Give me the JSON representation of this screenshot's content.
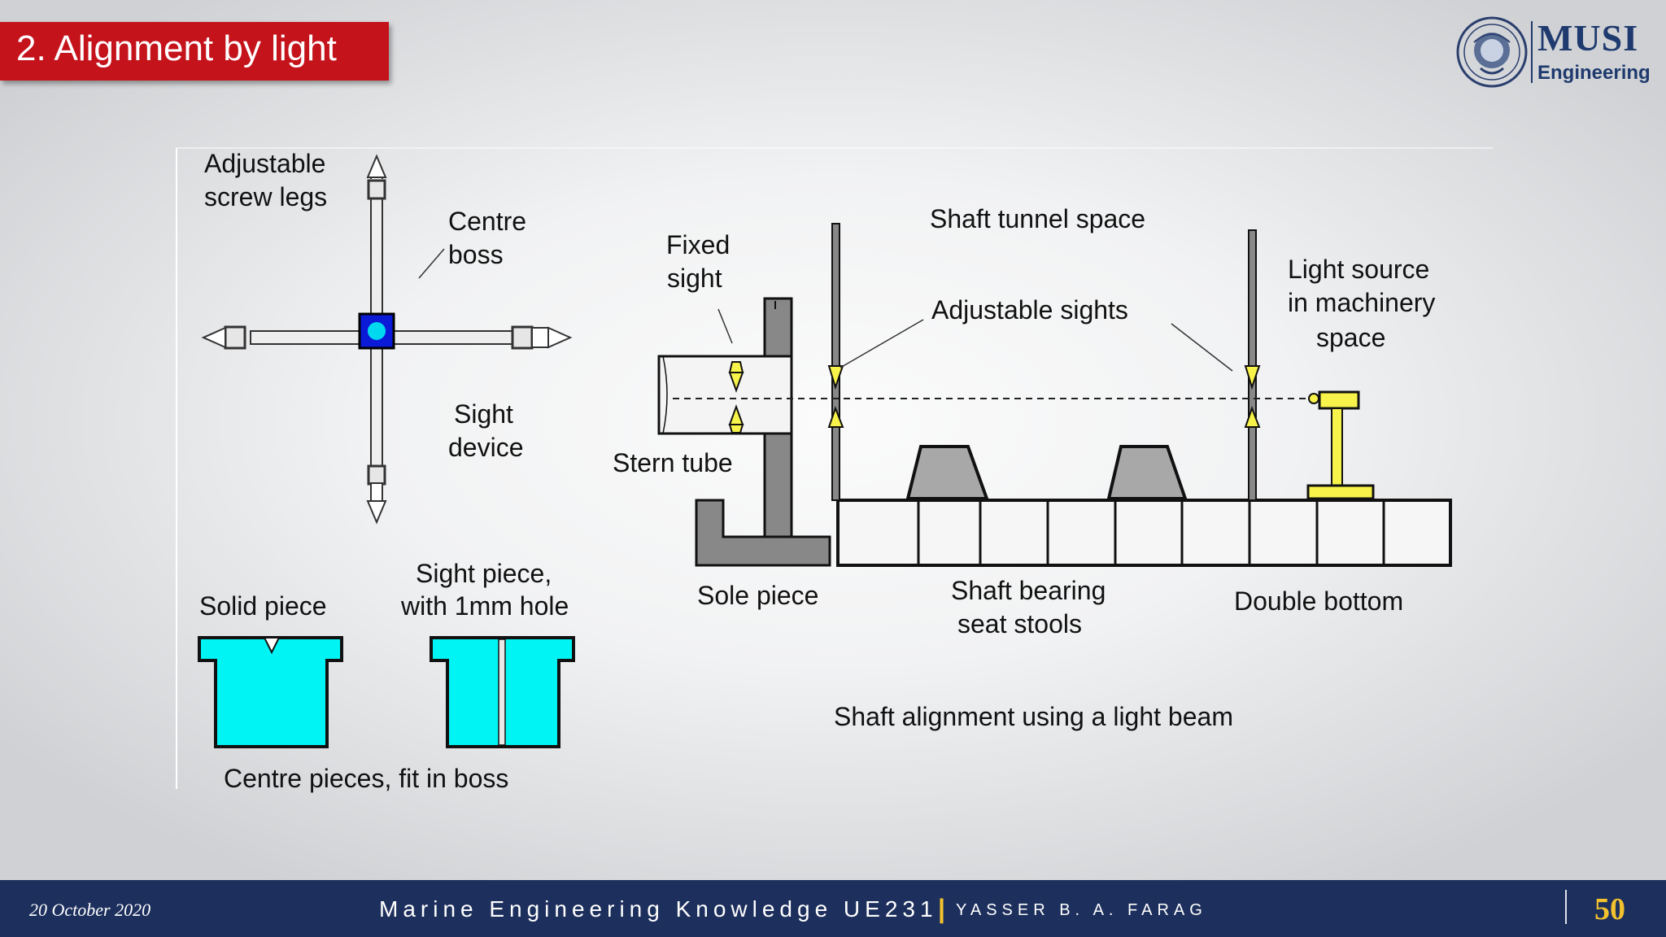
{
  "slide": {
    "title": "2. Alignment by light"
  },
  "logo": {
    "title": "MUSI",
    "subtitle": "Engineering",
    "icon": "emblem-seal-icon"
  },
  "diagram": {
    "labels": {
      "adjustable_screw_legs_1": "Adjustable",
      "adjustable_screw_legs_2": "screw legs",
      "centre_boss_1": "Centre",
      "centre_boss_2": "boss",
      "sight_device_1": "Sight",
      "sight_device_2": "device",
      "solid_piece": "Solid piece",
      "sight_piece_1": "Sight piece,",
      "sight_piece_2": "with 1mm hole",
      "centre_pieces": "Centre pieces, fit in boss",
      "fixed_sight_1": "Fixed",
      "fixed_sight_2": "sight",
      "stern_tube": "Stern tube",
      "shaft_tunnel_space": "Shaft tunnel space",
      "adjustable_sights": "Adjustable sights",
      "light_source_1": "Light source",
      "light_source_2": "in machinery",
      "light_source_3": "space",
      "sole_piece": "Sole piece",
      "shaft_bearing_1": "Shaft bearing",
      "shaft_bearing_2": "seat stools",
      "double_bottom": "Double bottom",
      "caption": "Shaft alignment using a light beam"
    },
    "colors": {
      "boss_blue": "#0a1ad6",
      "cyan": "#00f4f4",
      "sight_yellow": "#f7f34a",
      "structure_grey": "#888888"
    }
  },
  "footer": {
    "date": "20 October 2020",
    "course": "Marine Engineering Knowledge UE231",
    "separator": "|",
    "author": "YASSER B. A. FARAG",
    "page": "50"
  }
}
